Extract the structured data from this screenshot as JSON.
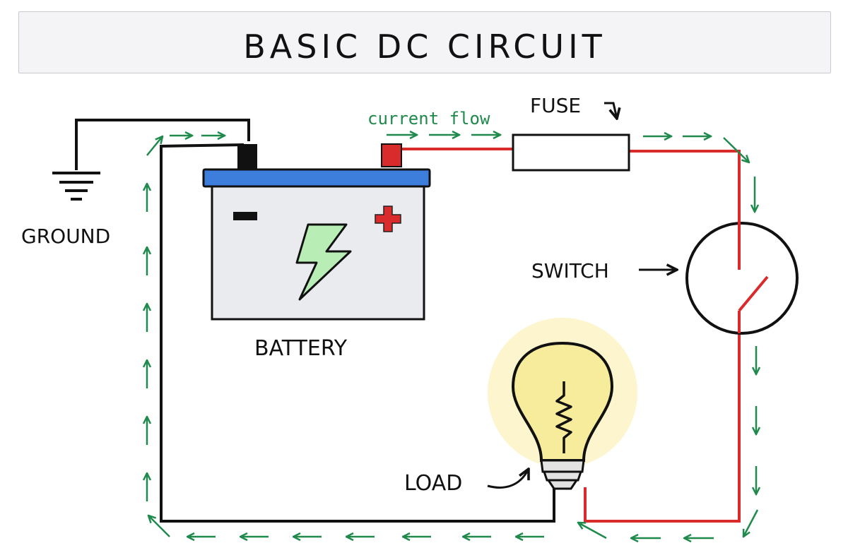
{
  "title": "BASIC DC CIRCUIT",
  "labels": {
    "current_flow": "current flow",
    "fuse": "FUSE",
    "ground": "GROUND",
    "switch": "SWITCH",
    "battery": "BATTERY",
    "load": "LOAD"
  },
  "battery": {
    "negative_symbol": "−",
    "positive_symbol": "+"
  },
  "colors": {
    "positive_wire": "#d92b2b",
    "negative_wire": "#111111",
    "current_arrows": "#1f8a4c",
    "battery_top": "#3d7ddb",
    "battery_body": "#e9ebef",
    "bolt": "#b8eeb5",
    "bulb": "#f7ec9b",
    "glow": "#fbf3c4"
  }
}
